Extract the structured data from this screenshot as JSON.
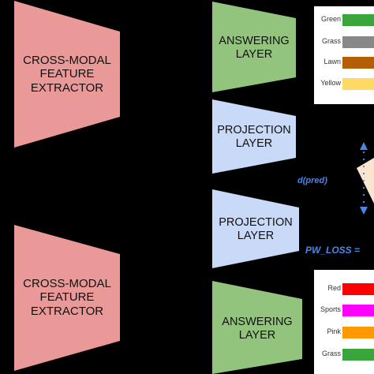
{
  "blocks": {
    "extractor_top": {
      "label": "CROSS-MODAL\nFEATURE\nEXTRACTOR",
      "color": "#ea9999"
    },
    "extractor_bottom": {
      "label": "CROSS-MODAL\nFEATURE\nEXTRACTOR",
      "color": "#ea9999"
    },
    "answering_top": {
      "label": "ANSWERING\nLAYER",
      "color": "#93c47d"
    },
    "projection_top": {
      "label": "PROJECTION\nLAYER",
      "color": "#c9daf8"
    },
    "projection_bottom": {
      "label": "PROJECTION\nLAYER",
      "color": "#c9daf8"
    },
    "answering_bottom": {
      "label": "ANSWERING\nLAYER",
      "color": "#93c47d"
    }
  },
  "legend_top": [
    {
      "label": "Green",
      "color": "#38a63a"
    },
    {
      "label": "Grass",
      "color": "#888888"
    },
    {
      "label": "Lawn",
      "color": "#b45f06"
    },
    {
      "label": "Yellow",
      "color": "#ffd966"
    }
  ],
  "legend_bottom": [
    {
      "label": "Red",
      "color": "#ff0000"
    },
    {
      "label": "Sports",
      "color": "#ff00ff"
    },
    {
      "label": "Pink",
      "color": "#ff9900"
    },
    {
      "label": "Grass",
      "color": "#38a63a"
    }
  ],
  "annotations": {
    "d_pred": "d(pred)",
    "pw_loss": "PW_LOSS ="
  },
  "colors": {
    "arrow": "#4a86e8",
    "triangle": "#fce5cd"
  }
}
